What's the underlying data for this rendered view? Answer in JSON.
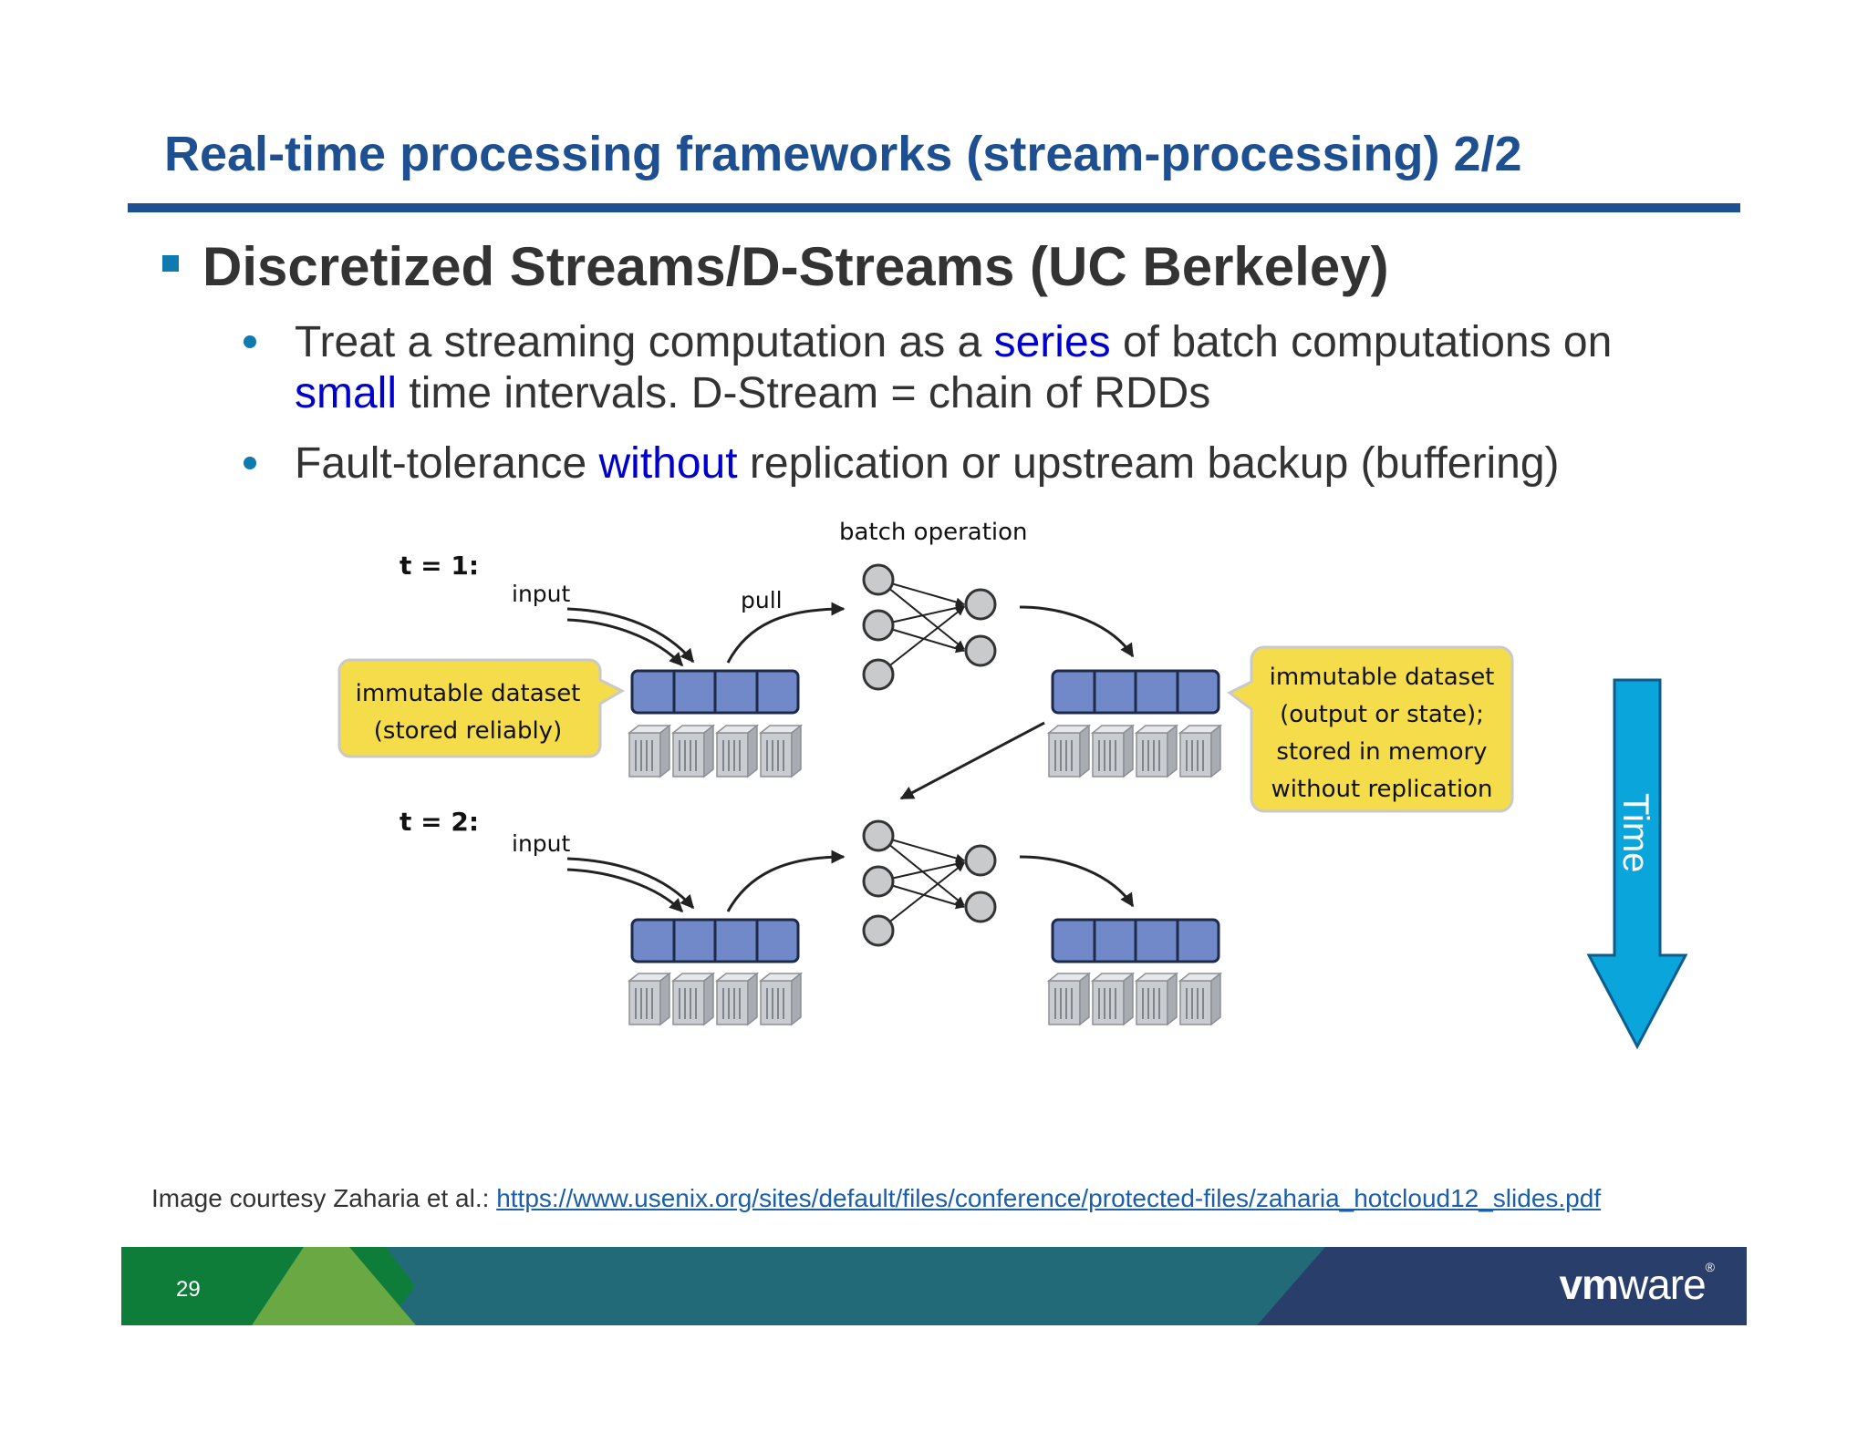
{
  "slide": {
    "title": "Real-time processing frameworks (stream-processing) 2/2",
    "heading": "Discretized Streams/D-Streams (UC Berkeley)",
    "bullets": [
      {
        "line1_a": "Treat a streaming computation as a ",
        "line1_hl": "series",
        "line1_b": " of batch computations on",
        "line2_hl": "small",
        "line2_b": " time intervals. D-Stream = chain of RDDs"
      },
      {
        "a": "Fault-tolerance ",
        "hl": "without",
        "b": " replication or upstream backup (buffering)"
      }
    ],
    "courtesy_prefix": "Image courtesy Zaharia et al.: ",
    "courtesy_link": "https://www.usenix.org/sites/default/files/conference/protected-files/zaharia_hotcloud12_slides.pdf",
    "page_number": "29",
    "logo": {
      "bold": "vm",
      "rest": "ware",
      "reg": "®"
    }
  },
  "diagram": {
    "batch_operation": "batch operation",
    "t1": "t = 1:",
    "t2": "t = 2:",
    "input1": "input",
    "input2": "input",
    "pull": "pull",
    "callout_left": [
      "immutable dataset",
      "(stored reliably)"
    ],
    "callout_right": [
      "immutable dataset",
      "(output or state);",
      "stored in memory",
      "without replication"
    ],
    "time": "Time"
  },
  "colors": {
    "title": "#1d4f91",
    "accent": "#0f7ab0",
    "highlight": "#0000cc",
    "dataset_fill": "#7189c8",
    "callout_fill": "#f5dc4a",
    "time_arrow": "#0aa5db",
    "footer_green": "#0f7d3a",
    "footer_teal": "#236a78",
    "footer_navy": "#2a3e6c"
  }
}
